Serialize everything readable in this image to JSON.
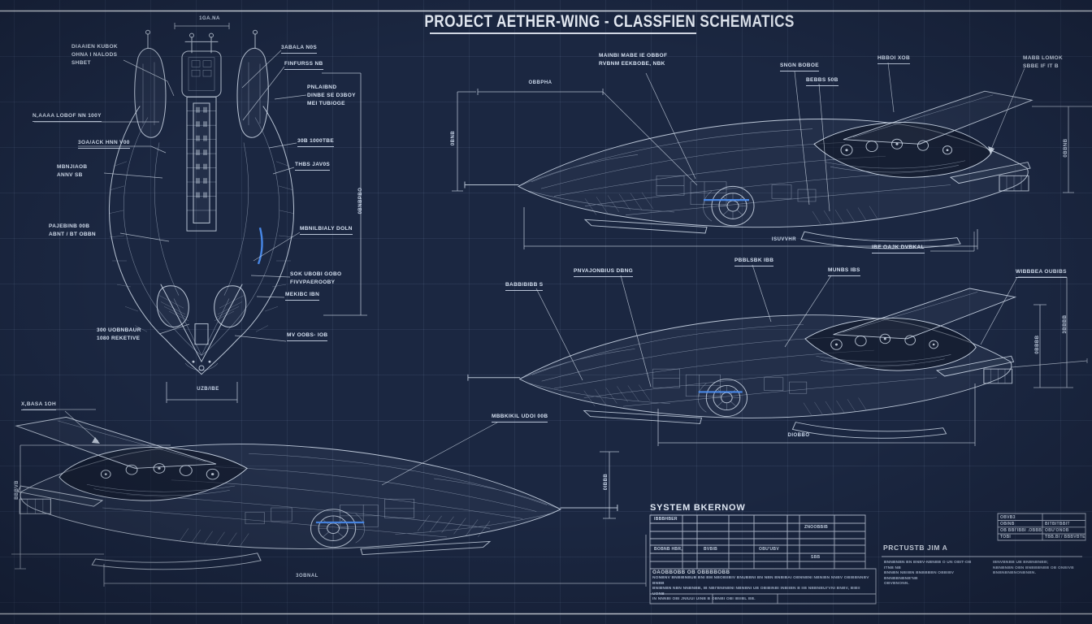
{
  "title": "PROJECT AETHER-WING - CLASSFIEN SCHEMATICS",
  "colors": {
    "background": "#1b2741",
    "grid_line": "#27365a",
    "line": "#d9e4f3",
    "accent_blue": "#4a8cf0"
  },
  "top_view": {
    "labels": {
      "l1": "DIAAIEN KUBOK\nOHNA I NALODS\nSHBET",
      "l2": "N,AAAA LOBOF NN 100Y",
      "l3": "3OA/ACK HNN V00",
      "l4": "MBNJIAOB\nANNV SB",
      "l5": "PAJEBINB 00B\nABNT / BT OBBN",
      "l6": "300 UOBNBAUR\n1080 REKETIVE",
      "r1": "3ABALA N0S",
      "r2": "FINFURSS NB",
      "r3": "PNLAIBND\nDINBE SE D3BOY\nMEI TUBIOGE",
      "r4": "30B 1000TBE",
      "r5": "THBS JAV0S",
      "r6": "MBNILBIALY DOLN",
      "r7": "SOK UBOBI GOBO\nFIVVPAEROOBY",
      "r8": "MEKIBC IBN",
      "r9": "MV OOBS- IOB"
    },
    "dims": {
      "top": "1GA.Na",
      "bottom": "UZB/IBe",
      "right": "0BNBPBO"
    }
  },
  "side_view_upper": {
    "labels": {
      "l1": "MAINBI MABE IE OBBOF\nRVBNM EEKBOBE, NBK",
      "l2": "SNGN BOBOE",
      "l3": "BEBBS 50B",
      "l4": "HBBOI XOB",
      "l5": "MABB LOMOK\nSBBE IF IT B"
    },
    "dims": {
      "top": "OBBPHa",
      "bottom": "ISUVVHr",
      "left": "0BNB",
      "right": "0BBNB"
    }
  },
  "side_view_middle": {
    "labels": {
      "l1": "BABBIBIBB S",
      "l2": "PNVAJONBIUS DBNG",
      "l3": "PBBLSBK IBB",
      "l4": "MUNBS IBS",
      "l5": "IBE OAJK DVBKAL",
      "l6": "WIBBBEA OUBIBS"
    },
    "dims": {
      "bottom": "DIOBBo",
      "right_inner": "0BBBB",
      "right_outer": "3BBBB"
    }
  },
  "side_view_lower": {
    "labels": {
      "l1": "X,BASA 1OH",
      "l2": "MBBKIKIL UDOI 00B"
    },
    "dims": {
      "left": "BBBVB",
      "right": "0IBBB",
      "bottom": "3OBNAL"
    }
  },
  "system_table": {
    "title": "SYSTEM BKERNOW",
    "c_r1c1": "IBBBHBER",
    "c_r2c7": "ZNOOBBIB",
    "c_r5c1": "BOBNB HBR,",
    "c_r5c3": "BVBIB",
    "c_r5c5": "OBU'UBV",
    "c_r6c7": "SBB"
  },
  "notes": {
    "heading": "OAOBBOBB OB OBBBBOBB",
    "body": "NONBNV BNBIBNBUB BNI BM NBOBIIBIV BNUBBNI BN NBN BNBIBAI OBNNBNI NBNIBN NNBV OBIBBNNBV BNBB\nBNIBNBN NBN NNBNBB, IB NBI'BNINBNI NBNBNI UB OBIBINBI INBIIBN B IIB NBBNBUI'VNI BNBV, BIBII UONB\nIN NNNBI OBI JNIUUI UINB B OBNBI OBI IBIIBL BB."
  },
  "info_table": {
    "rows": [
      [
        "OBVB3",
        ""
      ],
      [
        "OBINB",
        "BITBITBBIT"
      ],
      [
        "OB BBI'IBBI .OBBB",
        "OBU'ONOB"
      ],
      [
        "TOBI",
        "TBB.BI / BBBVBTE"
      ]
    ]
  },
  "section_b": {
    "heading": "PRCTUSTB JIM A",
    "col_left": "BNNBNBN BN BNBV-NBNBB O UN OBIT-OB ITNB NB\nBNNBN NBIIBN BNBBBBN OBBIBV BNNBBNBNB'NB\nOBVBNONN.",
    "col_right": "IBNVBNBB UB BNBNBNBB;\nNBNBNBN OBN BNBBBNBB OB ONBIVB\nBNBNBNBNONBNBN."
  }
}
